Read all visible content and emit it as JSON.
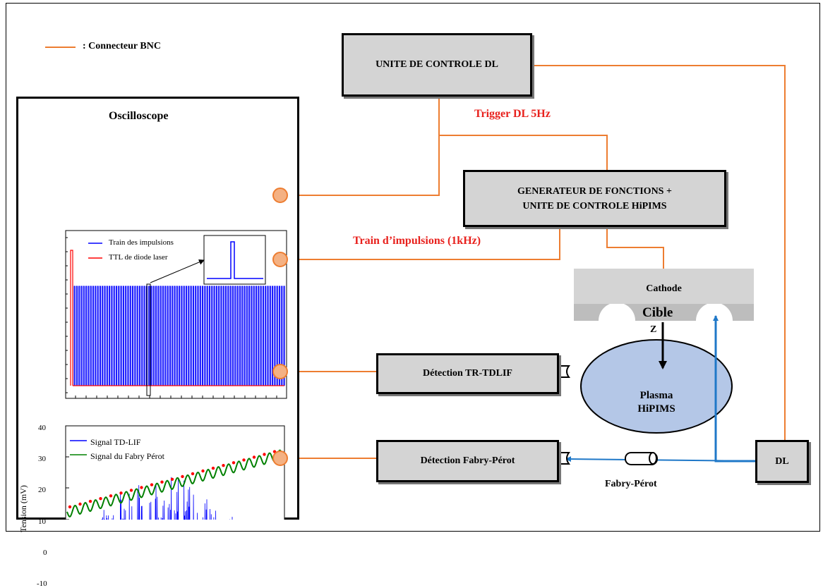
{
  "legend": {
    "label": ": Connecteur BNC",
    "color": "#ed7d31"
  },
  "boxes": {
    "dl_control": "UNITE DE CONTROLE DL",
    "generator_line1": "GENERATEUR DE FONCTIONS +",
    "generator_line2": "UNITE DE CONTROLE HiPIMS",
    "cathode": "Cathode",
    "target": "Cible",
    "detection_tdlif": "Détection TR-TDLIF",
    "detection_fp": "Détection Fabry-Pérot",
    "dl": "DL"
  },
  "labels": {
    "trigger": "Trigger DL 5Hz",
    "pulse_train": "Train d’impulsions (1kHz)",
    "z_axis": "Z",
    "plasma_line1": "Plasma",
    "plasma_line2": "HiPIMS",
    "fabry_perot": "Fabry-Pérot"
  },
  "oscilloscope": {
    "title": "Oscilloscope",
    "top_plot_legend": [
      "Train des impulsions",
      "TTL de diode laser"
    ],
    "bottom_plot_legend": [
      "Signal TD-LIF",
      "Signal du Fabry Pérot"
    ],
    "bottom_plot_ylabel": "Tension (mV)",
    "bottom_plot_yticks": [
      "40",
      "30",
      "20",
      "10",
      "0",
      "-10"
    ]
  },
  "colors": {
    "connector": "#ed7d31",
    "box_fill": "#d4d4d4",
    "red_text": "#e8211d",
    "laser_beam": "#1f78c8",
    "plasma_fill": "#b4c7e7",
    "pulse_blue": "#0000ff",
    "ttl_red": "#ff0000",
    "fp_green": "#008000"
  }
}
